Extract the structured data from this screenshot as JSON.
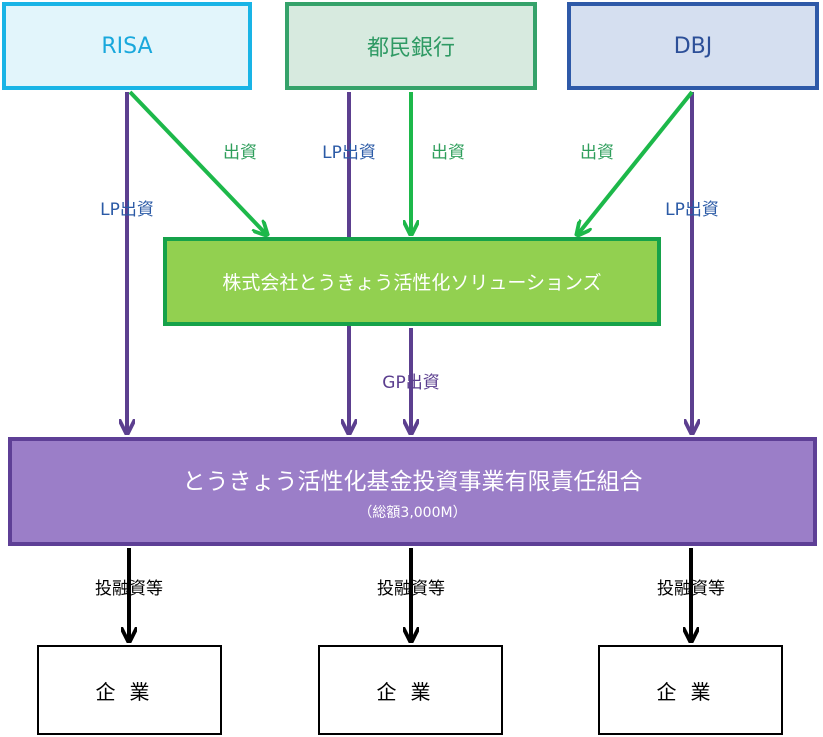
{
  "nodes": {
    "risa": "RISA",
    "tomin_bank": "都民銀行",
    "dbj": "DBJ",
    "gp_company": "株式会社とうきょう活性化ソリューションズ",
    "fund_name": "とうきょう活性化基金投資事業有限責任組合",
    "fund_total": "（総額3,000M）",
    "company_1": "企業",
    "company_2": "企業",
    "company_3": "企業"
  },
  "edges": {
    "risa_invest": "出資",
    "risa_lp": "LP出資",
    "tomin_lp": "LP出資",
    "tomin_invest": "出資",
    "dbj_invest": "出資",
    "dbj_lp": "LP出資",
    "gp_invest": "GP出資",
    "financing_1": "投融資等",
    "financing_2": "投融資等",
    "financing_3": "投融資等"
  },
  "colors": {
    "green_arrow": "#1db84a",
    "lp_arrow": "#5c3f8f",
    "black_arrow": "#000000"
  }
}
